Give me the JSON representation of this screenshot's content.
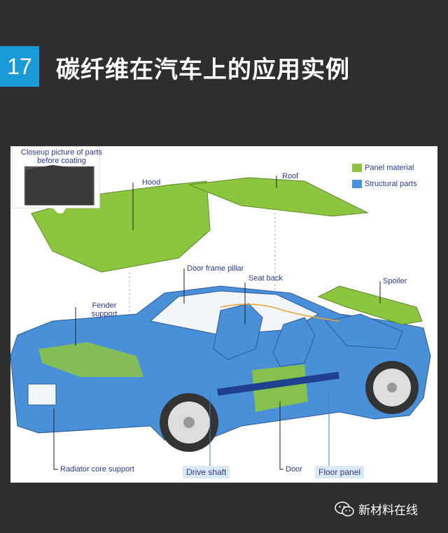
{
  "slide": {
    "number": "17",
    "title": "碳纤维在汽车上的应用实例"
  },
  "figure": {
    "closeup_label": "Closeup picture of parts before coating",
    "legend": [
      {
        "label": "Panel material",
        "color": "#8cc63f"
      },
      {
        "label": "Structural parts",
        "color": "#4a90d9"
      }
    ],
    "labels": {
      "hood": "Hood",
      "roof": "Roof",
      "door_frame_pillar": "Door frame pillar",
      "seat_back": "Seat back",
      "spoiler": "Spoiler",
      "fender_support": "Fender support",
      "radiator_core_support": "Radiator core support",
      "drive_shaft": "Drive shaft",
      "door": "Door",
      "floor_panel": "Floor panel"
    }
  },
  "brand": {
    "name": "新材料在线"
  },
  "colors": {
    "background": "#2e2e2e",
    "accent": "#1a9ad6",
    "panel_green": "#8cc63f",
    "structural_blue": "#4a90d9"
  }
}
